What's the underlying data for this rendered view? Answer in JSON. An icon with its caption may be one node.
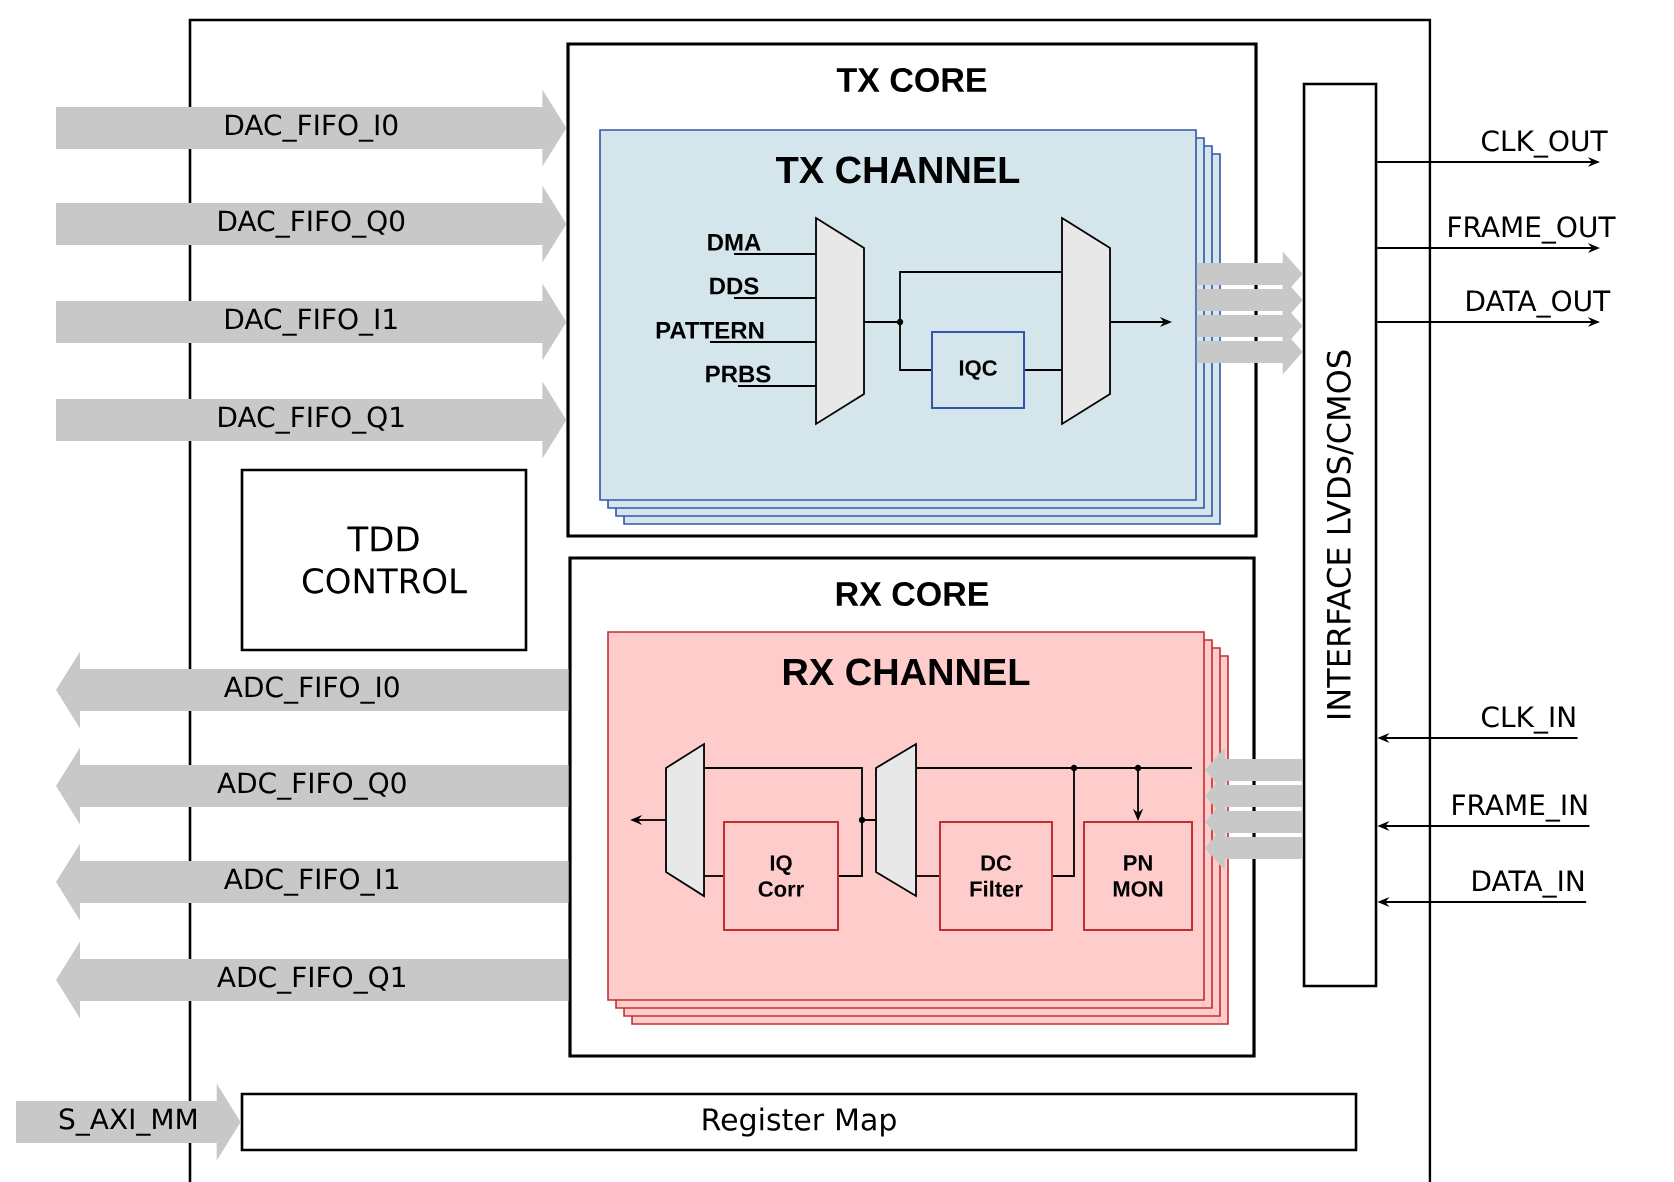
{
  "diagram": {
    "nodes": [
      {
        "text": [],
        "shape": "box"
      },
      {
        "text": [
          "TX CORE"
        ],
        "in": 0
      },
      {
        "text": [
          "TX CHANNEL"
        ],
        "in": 1
      },
      {
        "text": [
          "IQC"
        ],
        "in": 2
      },
      {
        "text": [],
        "shape": "trapezoid",
        "in": 2
      },
      {
        "text": [],
        "shape": "trapezoid",
        "in": 2
      },
      {
        "text": [
          "RX CORE"
        ],
        "in": 0
      },
      {
        "text": [
          "RX CHANNEL"
        ],
        "in": 6
      },
      {
        "text": [
          "IQ Corr"
        ],
        "in": 7
      },
      {
        "text": [
          "DC Filter"
        ],
        "in": 7
      },
      {
        "text": [
          "PN MON"
        ],
        "in": 7
      },
      {
        "text": [],
        "shape": "trapezoid",
        "in": 7
      },
      {
        "text": [],
        "shape": "trapezoid",
        "in": 7
      },
      {
        "text": [
          "INTERFACE LVDS/CMOS"
        ],
        "in": 0
      },
      {
        "text": [
          "TDD CONTROL"
        ],
        "in": 0
      },
      {
        "text": [
          "Register Map"
        ],
        "in": 0
      },
      {
        "text": [
          "DMA"
        ],
        "in": 2
      },
      {
        "text": [
          "DDS"
        ],
        "in": 2
      },
      {
        "text": [
          "PATTERN"
        ],
        "in": 2
      },
      {
        "text": [
          "PRBS"
        ],
        "in": 2
      },
      {
        "text": [
          "CLK_OUT"
        ]
      },
      {
        "text": [
          "FRAME_OUT"
        ]
      },
      {
        "text": [
          "DATA_OUT"
        ]
      },
      {
        "text": [
          "CLK_IN"
        ]
      },
      {
        "text": [
          "FRAME_IN"
        ]
      },
      {
        "text": [
          "DATA_IN"
        ]
      }
    ],
    "edges": [
      {
        "from": null,
        "to": 1,
        "arrow": "to",
        "label": "DAC_FIFO_I0",
        "style": "thick",
        "color": "#c8c8c8"
      },
      {
        "from": null,
        "to": 1,
        "arrow": "to",
        "label": "DAC_FIFO_Q0",
        "style": "thick",
        "color": "#c8c8c8"
      },
      {
        "from": null,
        "to": 1,
        "arrow": "to",
        "label": "DAC_FIFO_I1",
        "style": "thick",
        "color": "#c8c8c8"
      },
      {
        "from": null,
        "to": 1,
        "arrow": "to",
        "label": "DAC_FIFO_Q1",
        "style": "thick",
        "color": "#c8c8c8"
      },
      {
        "from": 6,
        "to": null,
        "arrow": "to",
        "label": "ADC_FIFO_I0",
        "style": "thick",
        "color": "#c8c8c8"
      },
      {
        "from": 6,
        "to": null,
        "arrow": "to",
        "label": "ADC_FIFO_Q0",
        "style": "thick",
        "color": "#c8c8c8"
      },
      {
        "from": 6,
        "to": null,
        "arrow": "to",
        "label": "ADC_FIFO_I1",
        "style": "thick",
        "color": "#c8c8c8"
      },
      {
        "from": 6,
        "to": null,
        "arrow": "to",
        "label": "ADC_FIFO_Q1",
        "style": "thick",
        "color": "#c8c8c8"
      },
      {
        "from": null,
        "to": 15,
        "arrow": "to",
        "label": "S_AXI_MM",
        "style": "thick",
        "color": "#c8c8c8"
      },
      {
        "from": 16,
        "to": 4,
        "arrow": "none"
      },
      {
        "from": 17,
        "to": 4,
        "arrow": "none"
      },
      {
        "from": 18,
        "to": 4,
        "arrow": "none"
      },
      {
        "from": 19,
        "to": 4,
        "arrow": "none"
      },
      {
        "from": 4,
        "to": 5,
        "arrow": "none"
      },
      {
        "from": 4,
        "to": 3,
        "arrow": "none"
      },
      {
        "from": 3,
        "to": 5,
        "arrow": "none"
      },
      {
        "from": 5,
        "to": null,
        "arrow": "to"
      },
      {
        "from": 2,
        "to": 13,
        "arrow": "to",
        "style": "thick",
        "color": "#c8c8c8"
      },
      {
        "from": 2,
        "to": 13,
        "arrow": "to",
        "style": "thick",
        "color": "#c8c8c8"
      },
      {
        "from": 2,
        "to": 13,
        "arrow": "to",
        "style": "thick",
        "color": "#c8c8c8"
      },
      {
        "from": 2,
        "to": 13,
        "arrow": "to",
        "style": "thick",
        "color": "#c8c8c8"
      },
      {
        "from": 13,
        "to": 7,
        "arrow": "to",
        "style": "thick",
        "color": "#c8c8c8"
      },
      {
        "from": 13,
        "to": 7,
        "arrow": "to",
        "style": "thick",
        "color": "#c8c8c8"
      },
      {
        "from": 13,
        "to": 7,
        "arrow": "to",
        "style": "thick",
        "color": "#c8c8c8"
      },
      {
        "from": 13,
        "to": 7,
        "arrow": "to",
        "style": "thick",
        "color": "#c8c8c8"
      },
      {
        "from": null,
        "to": 12,
        "arrow": "none"
      },
      {
        "from": null,
        "to": 9,
        "arrow": "none"
      },
      {
        "from": null,
        "to": 10,
        "arrow": "to"
      },
      {
        "from": 9,
        "to": 12,
        "arrow": "none"
      },
      {
        "from": 12,
        "to": 11,
        "arrow": "none"
      },
      {
        "from": 12,
        "to": 8,
        "arrow": "none"
      },
      {
        "from": 8,
        "to": 11,
        "arrow": "none"
      },
      {
        "from": 11,
        "to": null,
        "arrow": "to"
      },
      {
        "from": 13,
        "to": 20,
        "arrow": "to"
      },
      {
        "from": 13,
        "to": 21,
        "arrow": "to"
      },
      {
        "from": 13,
        "to": 22,
        "arrow": "to"
      },
      {
        "from": 23,
        "to": 13,
        "arrow": "to"
      },
      {
        "from": 24,
        "to": 13,
        "arrow": "to"
      },
      {
        "from": 25,
        "to": 13,
        "arrow": "to"
      }
    ]
  }
}
